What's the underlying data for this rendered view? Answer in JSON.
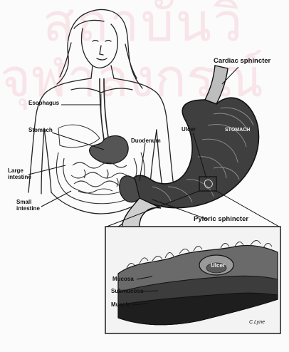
{
  "figure": {
    "colors": {
      "ink": "#111111",
      "stomach_fill": "#3b3b3b",
      "watermark": "#ec788c"
    },
    "labels": {
      "cardiac_sphincter": "Cardiac sphincter",
      "esophagus": "Esophagus",
      "stomach": "Stomach",
      "ulcer_top": "Ulcer",
      "stomach_inner": "STOMACH",
      "duodenum": "Duodenum",
      "large_intestine": "Large\nintestine",
      "small_intestine": "Small\nintestine",
      "pyloric_sphincter": "Pyloric sphincter",
      "ulcer_inset": "Ulcer",
      "mucosa": "Mucosa",
      "submucosa": "Submucosa",
      "muscle": "Muscle",
      "signature": "C.Lyne"
    }
  }
}
